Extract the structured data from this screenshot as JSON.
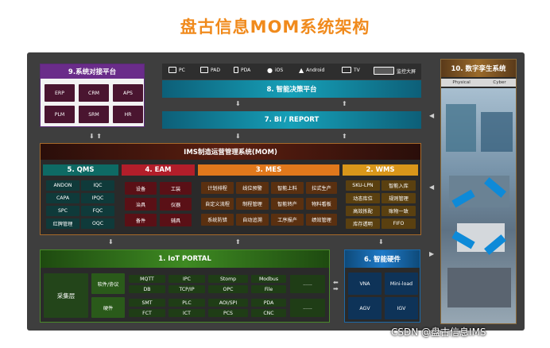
{
  "title": "盘古信息MOM系统架构",
  "devices": [
    "PC",
    "PAD",
    "PDA",
    "iOS",
    "Android",
    "TV",
    "监控大屏"
  ],
  "docking": {
    "title": "9.系统对接平台",
    "items": [
      "ERP",
      "CRM",
      "APS",
      "PLM",
      "SRM",
      "HR"
    ]
  },
  "decision": {
    "title": "8. 智能决策平台"
  },
  "bi": {
    "title": "7. BI / REPORT"
  },
  "ims": {
    "title": "IMS制造运营管理系统(MOM)"
  },
  "qms": {
    "title": "5. QMS",
    "items": [
      "ANDON",
      "IQC",
      "CAPA",
      "IPQC",
      "SPC",
      "FQC",
      "红牌管理",
      "OQC"
    ]
  },
  "eam": {
    "title": "4. EAM",
    "items": [
      "设备",
      "工装",
      "治具",
      "仪器",
      "备件",
      "辅具"
    ]
  },
  "mes": {
    "title": "3. MES",
    "items": [
      "计划排程",
      "线位预警",
      "智能上料",
      "拉式生产",
      "自定义流程",
      "制程管理",
      "智能转产",
      "物料看板",
      "系统防错",
      "自动追溯",
      "工序报产",
      "绩效管理"
    ]
  },
  "wms": {
    "title": "2. WMS",
    "items": [
      "SKU-LPN",
      "智能入库",
      "动态库位",
      "规则管理",
      "高效拣配",
      "账物一致",
      "库存透明",
      "FIFO"
    ]
  },
  "iot": {
    "title": "1. IoT PORTAL",
    "layer": "采集层",
    "rows": [
      {
        "label": "软件/协议",
        "items": [
          "MQTT",
          "IPC",
          "Stomp",
          "Modbus",
          "DB",
          "TCP/IP",
          "OPC",
          "File"
        ],
        "more": "......"
      },
      {
        "label": "硬件",
        "items": [
          "SMT",
          "PLC",
          "AOI/SPI",
          "PDA",
          "FCT",
          "ICT",
          "PCS",
          "CNC"
        ],
        "more": "......"
      }
    ]
  },
  "hardware": {
    "title": "6. 智能硬件",
    "items": [
      "VNA",
      "Mini-load",
      "AGV",
      "IGV"
    ]
  },
  "twin": {
    "title": "10. 数字孪生系统",
    "physical": "Physical",
    "cyber": "Cyber"
  },
  "watermark": "CSDN @盘古信息IMS"
}
